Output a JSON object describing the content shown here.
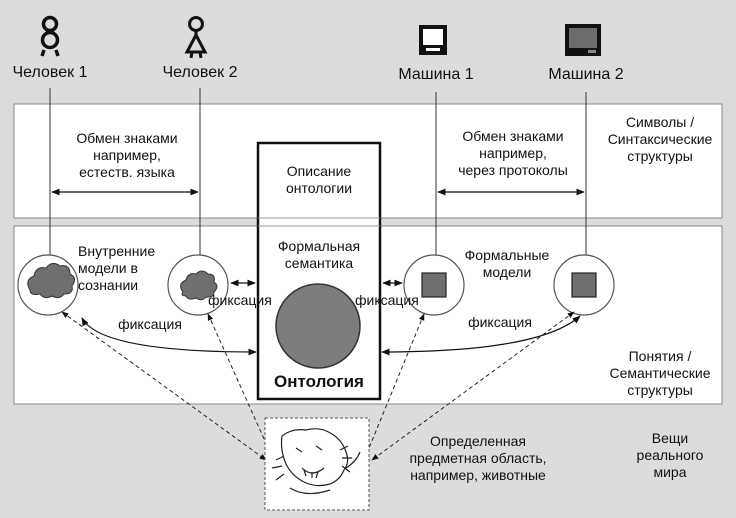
{
  "actors": {
    "human1": "Человек 1",
    "human2": "Человек 2",
    "machine1": "Машина 1",
    "machine2": "Машина 2"
  },
  "layers": {
    "symbols": "Символы /\nСинтаксические\nструктуры",
    "concepts": "Понятия /\nСемантические\nструктуры",
    "things": "Вещи\nреального\nмира"
  },
  "exchange": {
    "humans": "Обмен знаками\nнапример,\nестеств. языка",
    "machines": "Обмен знаками\nнапример,\nчерез протоколы"
  },
  "ontology": {
    "description": "Описание\nонтологии",
    "formal_semantics": "Формальная\nсемантика",
    "title": "Онтология"
  },
  "models": {
    "internal": "Внутренние\nмодели в\nсознании",
    "formal": "Формальные\nмодели"
  },
  "fixation": "фиксация",
  "domain": "Определенная\nпредметная область,\nнапример, животные",
  "icons": [
    "female-icon",
    "male-icon",
    "computer-icon",
    "computer-icon",
    "cloud-icon",
    "tiger-icon"
  ]
}
